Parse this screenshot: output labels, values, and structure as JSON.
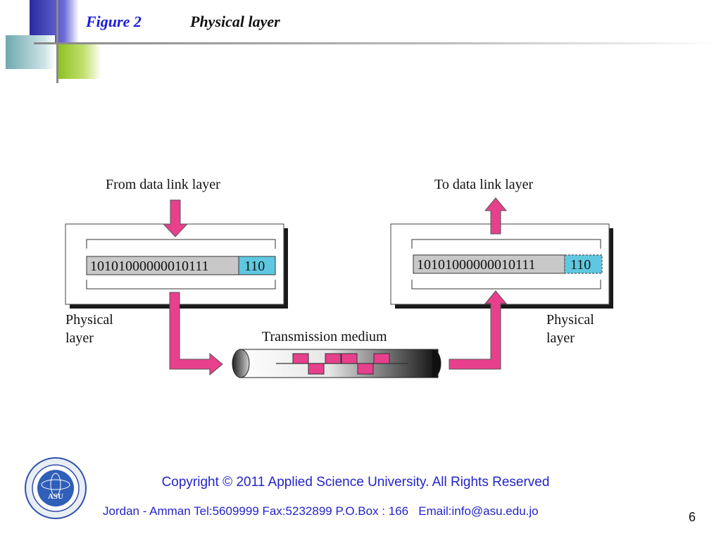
{
  "header": {
    "figure_label": "Figure 2",
    "title": "Physical layer"
  },
  "diagram": {
    "from_label": "From data link layer",
    "to_label": "To data link layer",
    "left_bits": "10101000000010111",
    "left_extra": "110",
    "right_bits": "10101000000010111",
    "right_extra": "110",
    "left_layer_line1": "Physical",
    "left_layer_line2": "layer",
    "right_layer_line1": "Physical",
    "right_layer_line2": "layer",
    "medium_label": "Transmission medium"
  },
  "colors": {
    "arrow": "#e8408c",
    "extra_box": "#5fc8e0",
    "bits_box": "#c8c8c8",
    "accent_blue": "#3333b3",
    "accent_green": "#99cc33"
  },
  "footer": {
    "copyright": "Copyright  © 2011 Applied Science University. All Rights Reserved",
    "address": "Jordan - Amman Tel:5609999 Fax:5232899 P.O.Box : 166   Email:info@asu.edu.jo",
    "logo_text": "ASU",
    "page_number": "6"
  }
}
